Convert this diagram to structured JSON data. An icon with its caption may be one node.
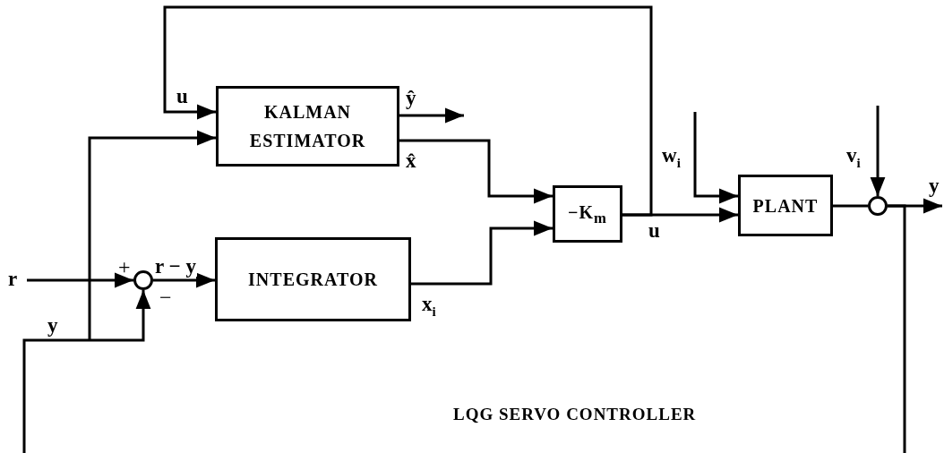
{
  "diagram": {
    "caption": "LQG SERVO CONTROLLER",
    "nodes": [
      {
        "text": [
          "KALMAN ESTIMATOR"
        ]
      },
      {
        "text": [
          "INTEGRATOR"
        ]
      },
      {
        "text": [
          "−K$_{m}$"
        ]
      },
      {
        "text": [
          "PLANT"
        ]
      },
      {
        "text": [],
        "shape": "circle",
        "beside": [
          "+",
          "−"
        ]
      },
      {
        "text": [],
        "shape": "circle"
      }
    ],
    "edges": [
      {
        "from": null,
        "to": 4,
        "arrow": "to",
        "label": "r"
      },
      {
        "from": 4,
        "to": 1,
        "arrow": "to",
        "label": "r − y"
      },
      {
        "from": null,
        "to": 4,
        "arrow": "to",
        "label": "y"
      },
      {
        "from": null,
        "to": 0,
        "arrow": "to"
      },
      {
        "from": 0,
        "to": null,
        "arrow": "to",
        "label": "ŷ"
      },
      {
        "from": 0,
        "to": 2,
        "arrow": "to",
        "label": "x̂"
      },
      {
        "from": 1,
        "to": 2,
        "arrow": "to",
        "label": "x$_{i}$"
      },
      {
        "from": 2,
        "to": 3,
        "arrow": "to",
        "label": "u"
      },
      {
        "from": 2,
        "to": 0,
        "arrow": "to",
        "label": "u"
      },
      {
        "from": null,
        "to": 3,
        "arrow": "to",
        "label": "w$_{i}$"
      },
      {
        "from": 3,
        "to": 5,
        "arrow": "none"
      },
      {
        "from": null,
        "to": 5,
        "arrow": "to",
        "label": "v$_{i}$"
      },
      {
        "from": 5,
        "to": null,
        "arrow": "to",
        "label": "y"
      },
      {
        "from": 5,
        "to": null,
        "arrow": "none"
      }
    ]
  }
}
